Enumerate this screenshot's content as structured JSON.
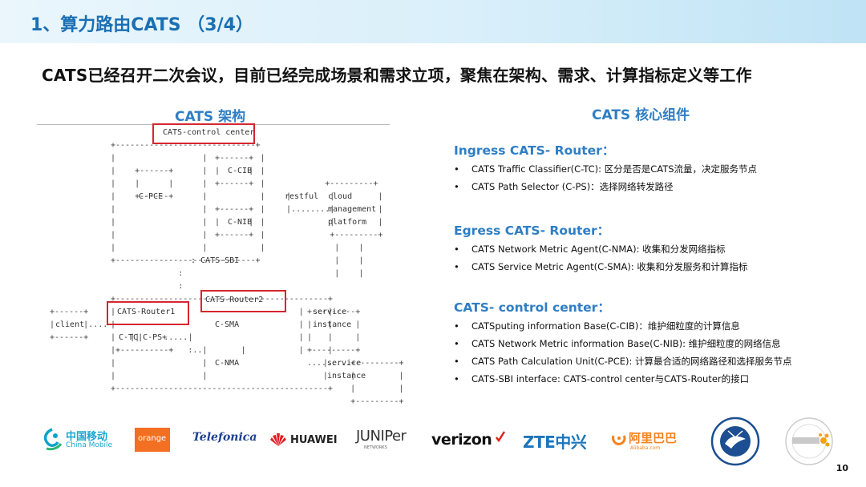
{
  "header": {
    "title": "1、算力路由CATS （3/4）"
  },
  "subtitle": "CATS已经召开二次会议，目前已经完成场景和需求立项，聚焦在架构、需求、计算指标定义等工作",
  "architecture": {
    "title": "CATS 架构",
    "labels": {
      "control_center": "CATS-control center",
      "cib": "C-CIB",
      "pce": "C-PCE",
      "nib": "C-NIB",
      "restful": "restful",
      "cloud": "cloud",
      "management": "management",
      "platform": "platform",
      "sbi": ": CATS-SBI",
      "router1": "CATS-Router1",
      "router2": "CATS-Router2",
      "client": "client",
      "csma": "C-SMA",
      "ctc": "C-TC|C-PS+",
      "cnma": "C-NMA",
      "service1": "service",
      "instance1": "instance",
      "service2": "service",
      "instance2": "instance"
    }
  },
  "core_components": {
    "title": "CATS 核心组件",
    "sections": [
      {
        "heading": "Ingress  CATS- Router：",
        "items": [
          "CATS Traffic Classifier(C-TC): 区分是否是CATS流量，决定服务节点",
          " CATS Path Selector   (C-PS)：选择网络转发路径"
        ]
      },
      {
        "heading": "Egress  CATS- Router：",
        "items": [
          "CATS Network Metric Agent(C-NMA): 收集和分发网络指标",
          "CATS Service Metric Agent(C-SMA): 收集和分发服务和计算指标"
        ]
      },
      {
        "heading": "CATS- control  center：",
        "items": [
          "CATSputing information Base(C-CIB)：维护细粒度的计算信息",
          "CATS Network Metric information Base(C-NIB): 维护细粒度的网络信息",
          "CATS Path Calculation Unit(C-PCE): 计算最合适的网络路径和选择服务节点",
          "CATS-SBI interface: CATS-control center与CATS-Router的接口"
        ]
      }
    ]
  },
  "logos": {
    "china_mobile": "中国移动",
    "china_mobile_en": "China Mobile",
    "orange": "orange",
    "telefonica": "Telefonica",
    "huawei": "HUAWEI",
    "juniper": "JUNIPer",
    "juniper_sub": "NETWORKS",
    "verizon": "verizon",
    "zte": "ZTE中兴",
    "alibaba": "阿里巴巴",
    "alibaba_en": "Alibaba.com"
  },
  "page_number": "10",
  "colors": {
    "accent": "#2f7ec4",
    "title": "#1b6fb3",
    "highlight": "#d6262f"
  }
}
